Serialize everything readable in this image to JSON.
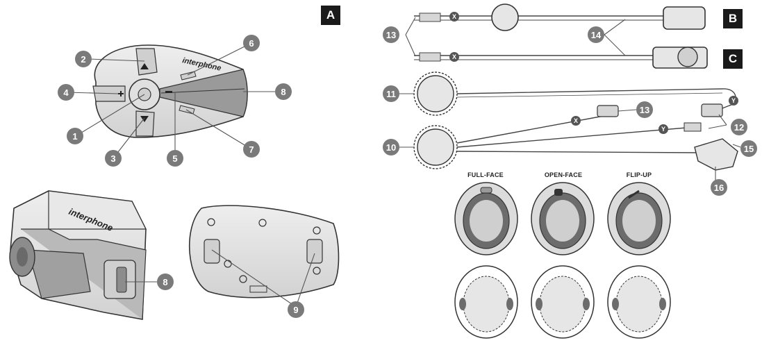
{
  "sections": {
    "a": "A",
    "b": "B",
    "c": "C"
  },
  "brand": "interphone",
  "callouts": [
    "1",
    "2",
    "3",
    "4",
    "5",
    "6",
    "7",
    "8",
    "8",
    "9",
    "10",
    "11",
    "12",
    "13",
    "13",
    "14",
    "15",
    "16"
  ],
  "connector_tags": {
    "x": "X",
    "y": "Y"
  },
  "helmet_types": [
    "FULL-FACE",
    "OPEN-FACE",
    "FLIP-UP"
  ],
  "colors": {
    "callout_fill": "#7a7a7a",
    "device_fill": "#e6e6e6",
    "outline": "#333333",
    "label_bg": "#1a1a1a"
  }
}
